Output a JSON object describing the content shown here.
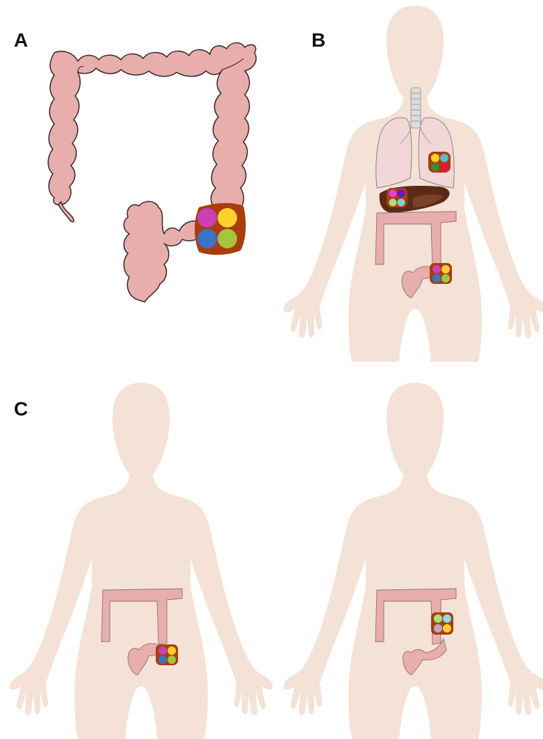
{
  "panels": {
    "a": {
      "label": "A"
    },
    "b": {
      "label": "B"
    },
    "c": {
      "label": "C"
    }
  },
  "colors": {
    "background": "#ffffff",
    "body_silhouette": "#f4e2d6",
    "colon": "#e8aeab",
    "colon_outline": "#3a3030",
    "tumor_mass": "#a93d0c",
    "liver": "#5b2a16",
    "lung": "#f2d7d8",
    "trachea": "#dcdcdc",
    "clone_magenta": "#cc3fb5",
    "clone_yellow": "#ffd12a",
    "clone_blue": "#3a74c8",
    "clone_green": "#a8c43c",
    "clone_teal": "#5fb9c9",
    "clone_darkgreen": "#3a8c3c",
    "clone_red": "#e8143c",
    "clone_purple": "#5a1ccf",
    "clone_pink": "#e83ce6",
    "clone_lightgreen": "#a6e07a",
    "clone_cyan": "#74d3e6",
    "clone_lightblue": "#8fd8f0",
    "clone_lilac": "#b8a8cc"
  },
  "icons": [
    "colon-anatomy-icon",
    "human-silhouette-icon",
    "lungs-icon",
    "liver-icon",
    "trachea-icon",
    "tumor-clone-cluster-icon"
  ]
}
